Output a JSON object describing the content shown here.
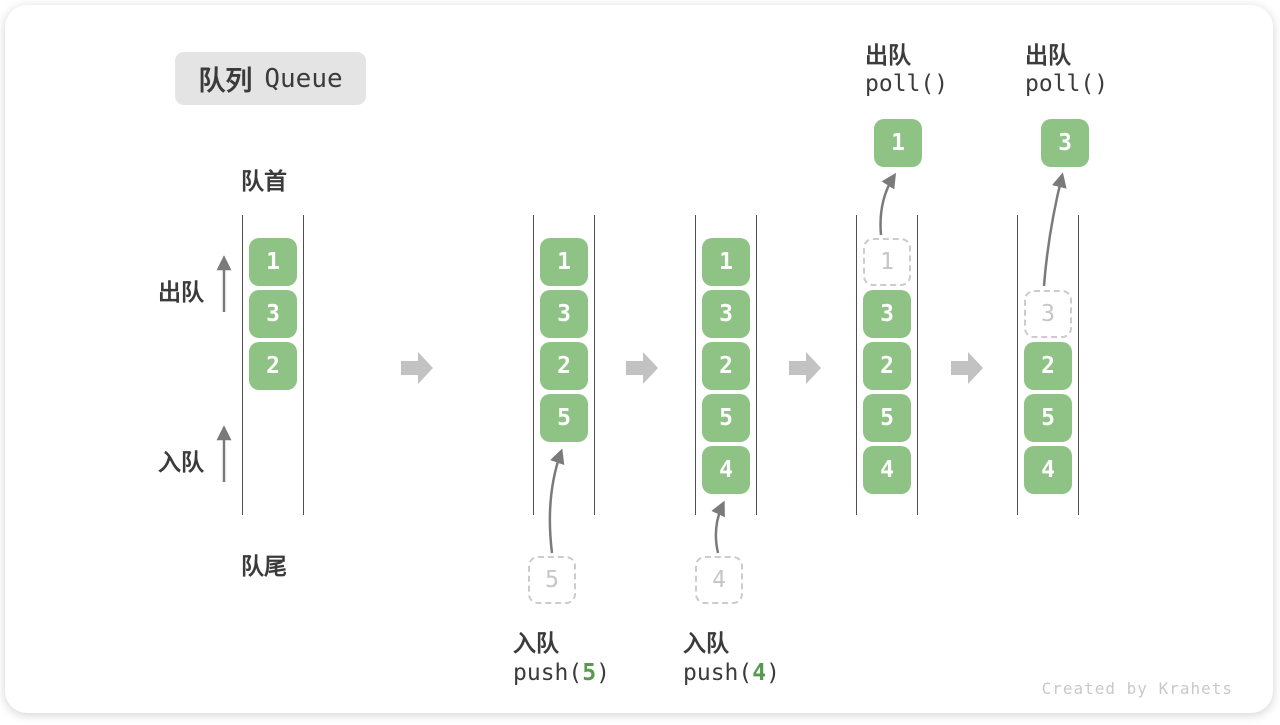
{
  "title": {
    "zh": "队列",
    "en": "Queue"
  },
  "labels": {
    "front": "队首",
    "rear": "队尾",
    "dequeue": "出队",
    "enqueue": "入队"
  },
  "states": [
    {
      "solid": [
        "1",
        "3",
        "2"
      ]
    },
    {
      "solid": [
        "1",
        "3",
        "2",
        "5"
      ]
    },
    {
      "solid": [
        "1",
        "3",
        "2",
        "5",
        "4"
      ]
    },
    {
      "dashed": "1",
      "solid": [
        "3",
        "2",
        "5",
        "4"
      ]
    },
    {
      "dashed": "3",
      "solid": [
        "2",
        "5",
        "4"
      ]
    }
  ],
  "operations": {
    "push5": {
      "label": "入队",
      "code_pre": "push(",
      "arg": "5",
      "code_post": ")",
      "pending": "5"
    },
    "push4": {
      "label": "入队",
      "code_pre": "push(",
      "arg": "4",
      "code_post": ")",
      "pending": "4"
    },
    "poll_first": {
      "label": "出队",
      "code": "poll()",
      "result": "1"
    },
    "poll_second": {
      "label": "出队",
      "code": "poll()",
      "result": "3"
    }
  },
  "credit": "Created by Krahets",
  "colors": {
    "cell_green": "#8FC386",
    "arg_green": "#569A4E",
    "text_dark": "#3B3B3B",
    "column_line": "#4F4F4F",
    "arrow_gray": "#7A7A7A",
    "block_arrow_gray": "#C2C2C2",
    "dashed_border": "#CCCCCC",
    "dashed_text": "#C6C6C6",
    "title_bg": "#E4E4E4",
    "credit_gray": "#C9C9C9"
  }
}
